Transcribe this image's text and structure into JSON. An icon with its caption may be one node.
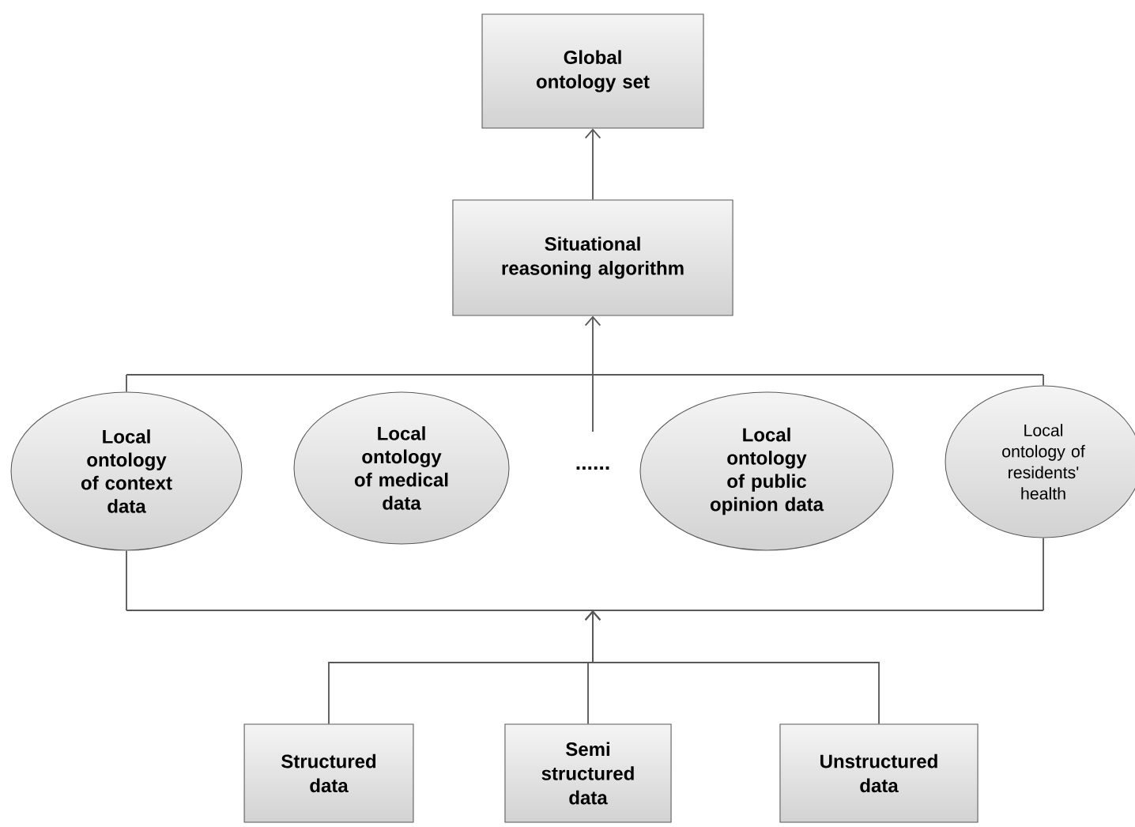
{
  "diagram": {
    "nodes": [
      {
        "text": [
          "Global ontology set"
        ]
      },
      {
        "text": [
          "Situational reasoning algorithm"
        ]
      },
      {
        "text": [],
        "shape": "bar"
      },
      {
        "text": [
          "Local ontology of context data"
        ]
      },
      {
        "text": [
          "Local ontology of medical data"
        ]
      },
      {
        "text": [
          "Local ontology of public opinion data"
        ]
      },
      {
        "text": [
          "Local ontology of residents' health"
        ]
      },
      {
        "text": [],
        "shape": "bar"
      },
      {
        "text": [
          "Structured data"
        ]
      },
      {
        "text": [
          "Semi structured data"
        ]
      },
      {
        "text": [
          "Unstructured data"
        ]
      }
    ],
    "edges": [
      {
        "from": 1,
        "to": 0,
        "arrow": "to"
      },
      {
        "from": 2,
        "to": 1,
        "arrow": "to"
      },
      {
        "from": 3,
        "to": 2,
        "arrow": "none"
      },
      {
        "from": 6,
        "to": 2,
        "arrow": "none"
      },
      {
        "from": 8,
        "to": 7,
        "arrow": "to"
      },
      {
        "from": 9,
        "to": 7,
        "arrow": "to"
      },
      {
        "from": 10,
        "to": 7,
        "arrow": "to"
      },
      {
        "from": 7,
        "to": 3,
        "arrow": "none"
      },
      {
        "from": 7,
        "to": 6,
        "arrow": "none"
      }
    ],
    "labels": [
      "......"
    ]
  }
}
